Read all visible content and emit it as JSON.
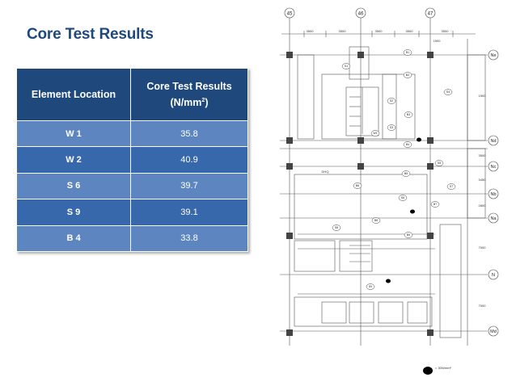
{
  "title": "Core Test Results",
  "table": {
    "headers": {
      "location": "Element Location",
      "results_line1": "Core Test Results",
      "results_unit_prefix": "(N/mm",
      "results_unit_sup": "2",
      "results_unit_suffix": ")"
    },
    "rows": [
      {
        "location": "W 1",
        "value": "35.8"
      },
      {
        "location": "W 2",
        "value": "40.9"
      },
      {
        "location": "S 6",
        "value": "39.7"
      },
      {
        "location": "S 9",
        "value": "39.1"
      },
      {
        "location": "B 4",
        "value": "33.8"
      }
    ]
  },
  "plan": {
    "column_labels": [
      "45",
      "46",
      "47"
    ],
    "dimension_labels": [
      "3500",
      "3500",
      "3500",
      "3500",
      "3500"
    ],
    "top_dimension": "1500",
    "row_labels": [
      "Ne",
      "Nd",
      "Nc",
      "Nb",
      "Na",
      "N",
      "Md"
    ],
    "right_dimensions": [
      "1500",
      "3500",
      "3450",
      "2800",
      "7000",
      "7000"
    ],
    "sample_labels": [
      "B1",
      "S1",
      "B2",
      "S2",
      "B3",
      "S3",
      "S4",
      "W1",
      "B4",
      "S5",
      "B5",
      "S7",
      "B6",
      "S6",
      "B7",
      "B8",
      "S8",
      "B9",
      "S9"
    ],
    "room_label": "DHQ",
    "legend": "= 30N/mm²"
  },
  "colors": {
    "title": "#1f497d",
    "header": "#1f497d",
    "row_light": "#5d86c0",
    "row_dark": "#3868ac"
  }
}
